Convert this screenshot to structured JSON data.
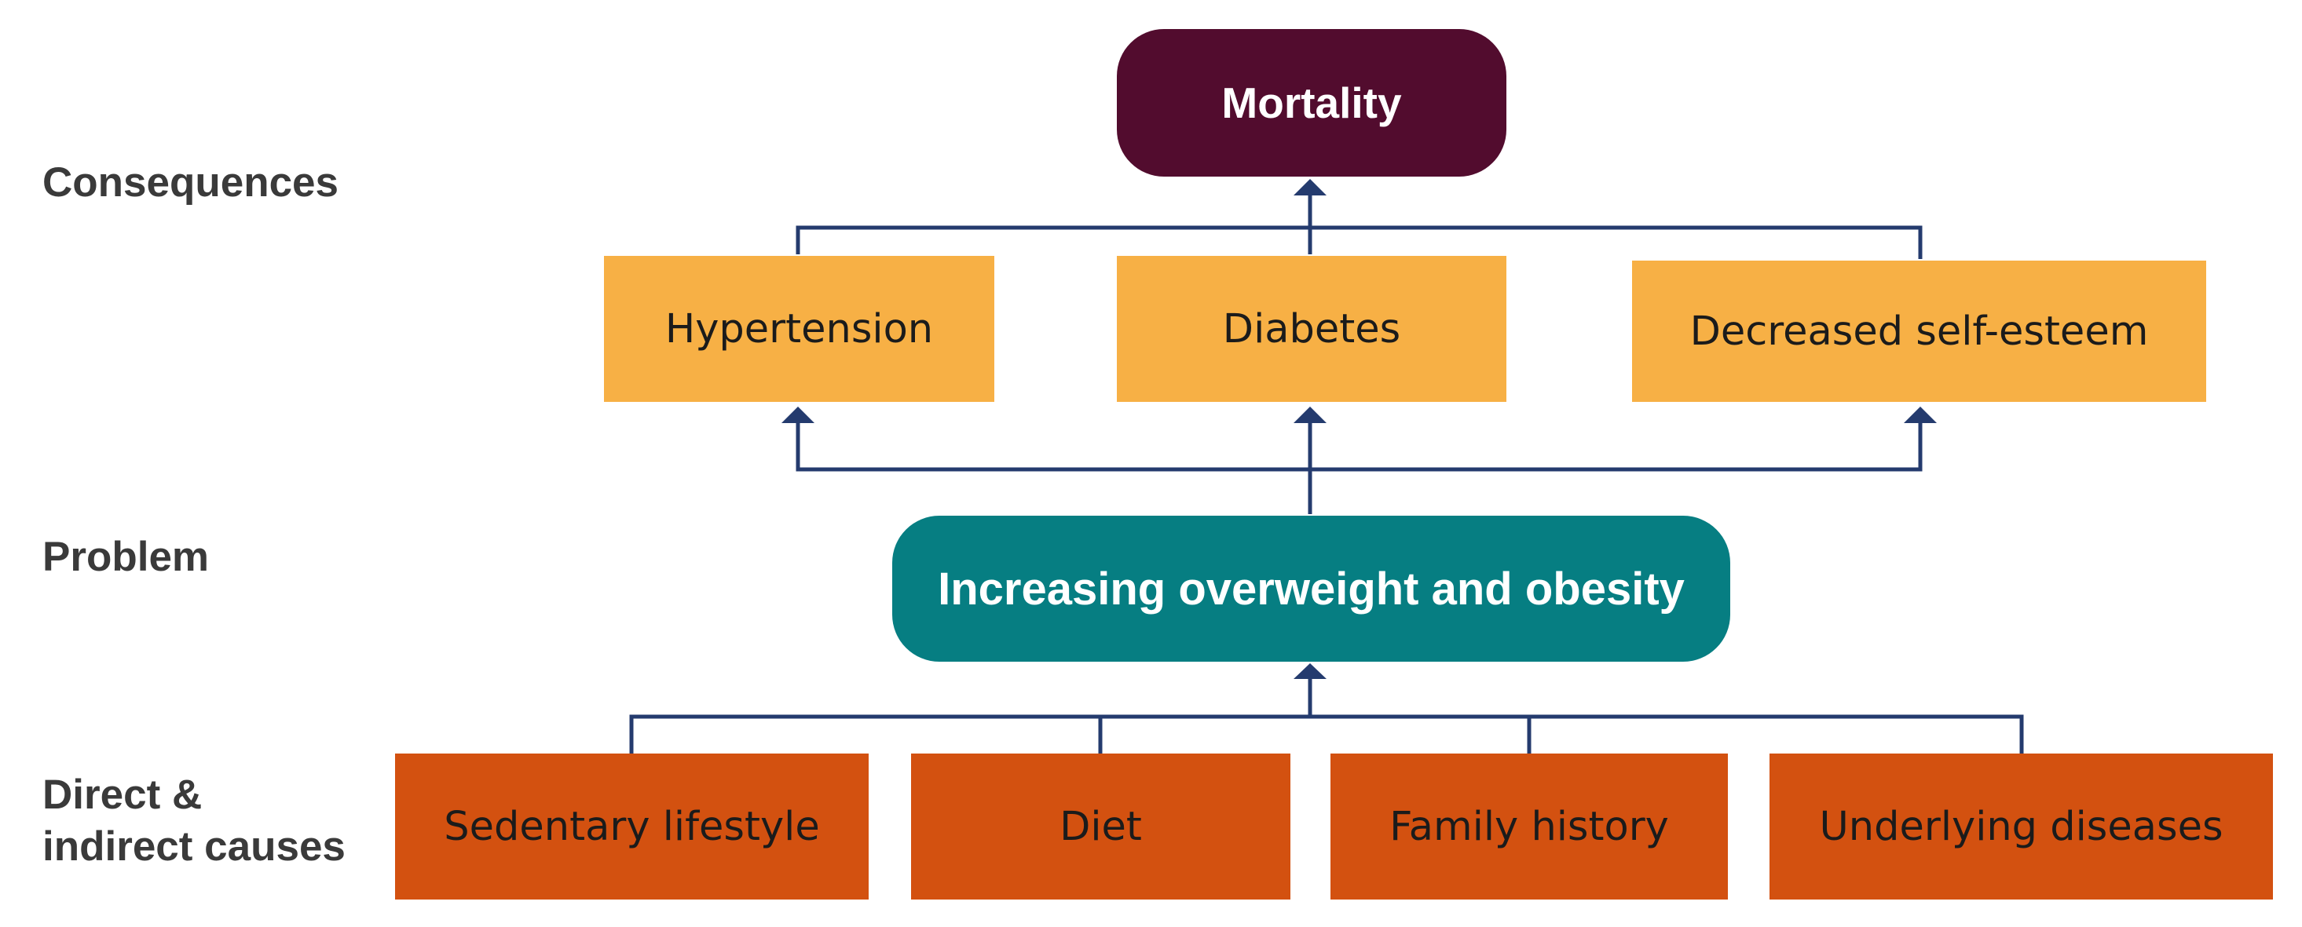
{
  "row_labels": {
    "consequences": "Consequences",
    "problem": "Problem",
    "causes": "Direct &\nindirect causes"
  },
  "top_node": {
    "label": "Mortality",
    "color": "#520c2e"
  },
  "problem_node": {
    "label": "Increasing overweight and obesity",
    "color": "#067e82"
  },
  "consequences": [
    {
      "label": "Hypertension"
    },
    {
      "label": "Diabetes"
    },
    {
      "label": "Decreased self-esteem"
    }
  ],
  "causes": [
    {
      "label": "Sedentary lifestyle"
    },
    {
      "label": "Diet"
    },
    {
      "label": "Family history"
    },
    {
      "label": "Underlying diseases"
    }
  ],
  "colors": {
    "consequence_box": "#f7b045",
    "cause_box": "#d35110",
    "connector": "#243b6e",
    "row_label_text": "#3a3a3a"
  }
}
